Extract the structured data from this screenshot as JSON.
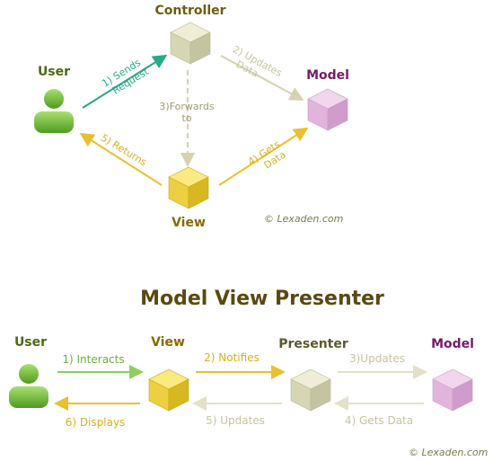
{
  "colors": {
    "controller": "#6b5e10",
    "model": "#7a1a6a",
    "view": "#8a6a00",
    "user": "#4a6a10",
    "arrow_green": "#2aa88a",
    "arrow_tan": "#d6d2b0",
    "arrow_gold": "#e8c030",
    "arrow_lightgreen": "#8ccf60",
    "title": "#5a4a10"
  },
  "mvc": {
    "nodes": {
      "controller": "Controller",
      "user": "User",
      "model": "Model",
      "view": "View"
    },
    "edges": {
      "sends_request": [
        "1) Sends",
        "Request"
      ],
      "updates_data": [
        "2) Updates",
        "Data"
      ],
      "forwards_to": [
        "3)Forwards",
        "to"
      ],
      "gets_data": [
        "4) Gets",
        "Data"
      ],
      "returns": "5) Returns"
    },
    "copyright": "© Lexaden.com"
  },
  "mvp": {
    "title": "Model View Presenter",
    "nodes": {
      "user": "User",
      "view": "View",
      "presenter": "Presenter",
      "model": "Model"
    },
    "edges": {
      "interacts": "1) Interacts",
      "notifies": "2) Notifies",
      "updates_model": "3)Updates",
      "gets_data": "4) Gets Data",
      "updates_view": "5) Updates",
      "displays": "6) Displays"
    },
    "copyright": "© Lexaden.com"
  },
  "icons": {
    "user": "user-icon",
    "cube": "cube-icon"
  }
}
